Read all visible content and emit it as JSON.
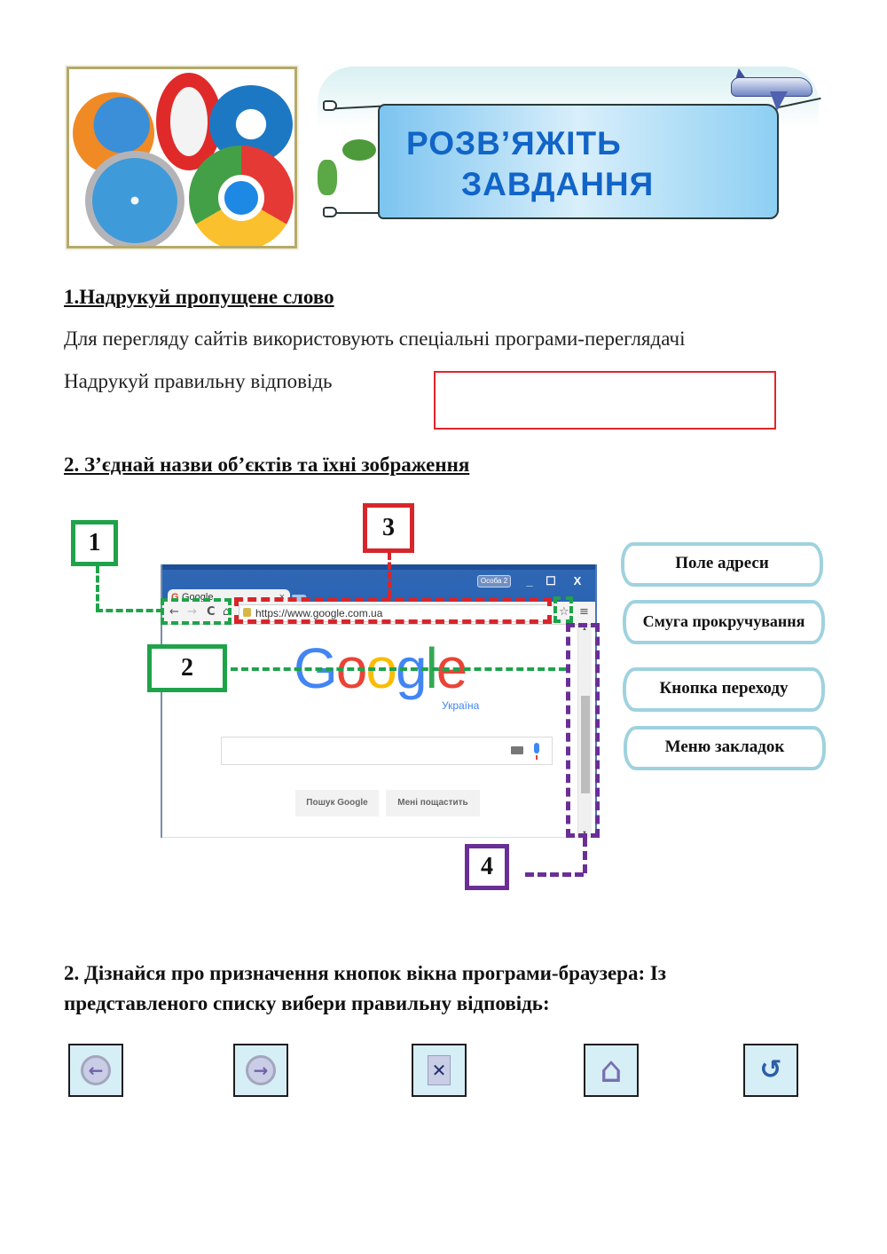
{
  "banner": {
    "title_line1": "РОЗВ’ЯЖІТЬ",
    "title_line2": "ЗАВДАННЯ"
  },
  "logos": {
    "items": [
      "firefox-logo",
      "opera-logo",
      "internet-explorer-logo",
      "safari-logo",
      "chrome-logo"
    ]
  },
  "task1": {
    "heading": "1.Надрукуй пропущене слово",
    "sentence": "Для перегляду сайтів використовують спеціальні програми-переглядачі",
    "prompt": "Надрукуй правильну відповідь",
    "answer_value": "",
    "answer_border_color": "#e0262b"
  },
  "task2": {
    "heading": "2. З’єднай назви об’єктів та їхні зображення",
    "callouts": [
      {
        "number": "1",
        "color": "#1fa34a"
      },
      {
        "number": "2",
        "color": "#1fa34a"
      },
      {
        "number": "3",
        "color": "#d7262b"
      },
      {
        "number": "4",
        "color": "#6a2f96"
      }
    ],
    "browser": {
      "tab_label": "Google",
      "tab_favicon": "G",
      "tab_close": "×",
      "user_badge": "Особа 2",
      "win_minimize": "_",
      "win_maximize": "☐",
      "win_close": "X",
      "back_icon": "←",
      "forward_icon": "→",
      "reload_icon": "C",
      "home_icon": "⌂",
      "url": "https://www.google.com.ua",
      "star_icon": "☆",
      "menu_icon": "≡",
      "logo_letters": [
        {
          "ch": "G",
          "color": "#4285f4"
        },
        {
          "ch": "o",
          "color": "#ea4335"
        },
        {
          "ch": "o",
          "color": "#fbbc05"
        },
        {
          "ch": "g",
          "color": "#4285f4"
        },
        {
          "ch": "l",
          "color": "#34a853"
        },
        {
          "ch": "e",
          "color": "#ea4335"
        }
      ],
      "logo_sub": "Україна",
      "search_button": "Пошук Google",
      "lucky_button": "Мені пощастить"
    },
    "labels": [
      "Поле адреси",
      "Смуга прокручування",
      "Кнопка переходу",
      "Меню закладок"
    ],
    "label_border_color": "#9fd2df"
  },
  "task3": {
    "heading_line1": "2. Дізнайся про призначення кнопок вікна програми-браузера: Із",
    "heading_line2": "представленого списку вибери правильну відповідь:",
    "buttons": [
      {
        "icon": "back-arrow-icon",
        "glyph": "←"
      },
      {
        "icon": "forward-arrow-icon",
        "glyph": "→"
      },
      {
        "icon": "stop-icon",
        "glyph": "✕"
      },
      {
        "icon": "home-icon",
        "glyph": "⌂"
      },
      {
        "icon": "refresh-icon",
        "glyph": "↺"
      }
    ]
  }
}
